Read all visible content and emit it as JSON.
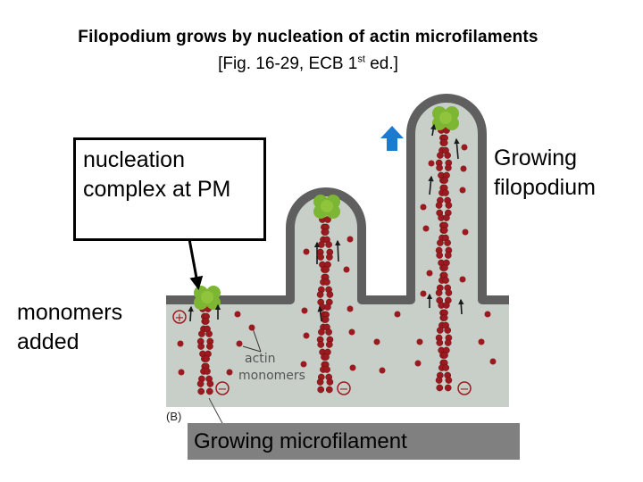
{
  "title": {
    "line1": "Filopodium grows by nucleation of actin microfilaments",
    "line2_main": "[Fig. 16-29, ECB 1",
    "line2_sup": "st",
    "line2_end": " ed.]"
  },
  "labels": {
    "nucleation_complex": "nucleation\ncomplex at PM",
    "growing_filopodium": "Growing\nfilopodium",
    "monomers_added": "monomers\nadded",
    "growing_microfilament": "Growing microfilament",
    "actin_monomers_line1": "actin",
    "actin_monomers_line2": "monomers",
    "panel_label": "(B)"
  },
  "symbols": {
    "plus": "+",
    "minus": "−"
  },
  "colors": {
    "cytoplasm": "#c8cfc9",
    "membrane": "#5f5f5f",
    "actin": "#9b1a1f",
    "nucleation_complex": "#7db633",
    "growth_arrow": "#1c7bd0",
    "label_bar": "#808080"
  },
  "icons": {
    "growth_direction": "up-arrow-icon",
    "nucleation_complex": "green-cloverleaf-icon"
  }
}
